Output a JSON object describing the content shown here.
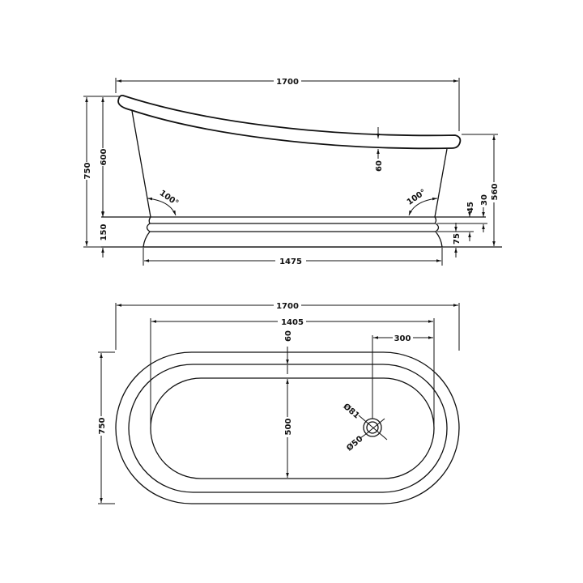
{
  "side_view": {
    "overall_length": "1700",
    "overall_height": "750",
    "body_height": "600",
    "plinth_height": "150",
    "foot_end_height": "560",
    "rim_thickness": "60",
    "plinth_length": "1475",
    "angle_left": "100°",
    "angle_right": "100°",
    "band_30": "30",
    "band_45": "45",
    "band_75": "75"
  },
  "plan_view": {
    "overall_length": "1700",
    "inner_length": "1405",
    "waste_offset": "300",
    "rim_width": "60",
    "inner_width": "500",
    "overall_width": "750",
    "waste_outer_diameter": "Ø81",
    "waste_inner_diameter": "Ø50"
  }
}
